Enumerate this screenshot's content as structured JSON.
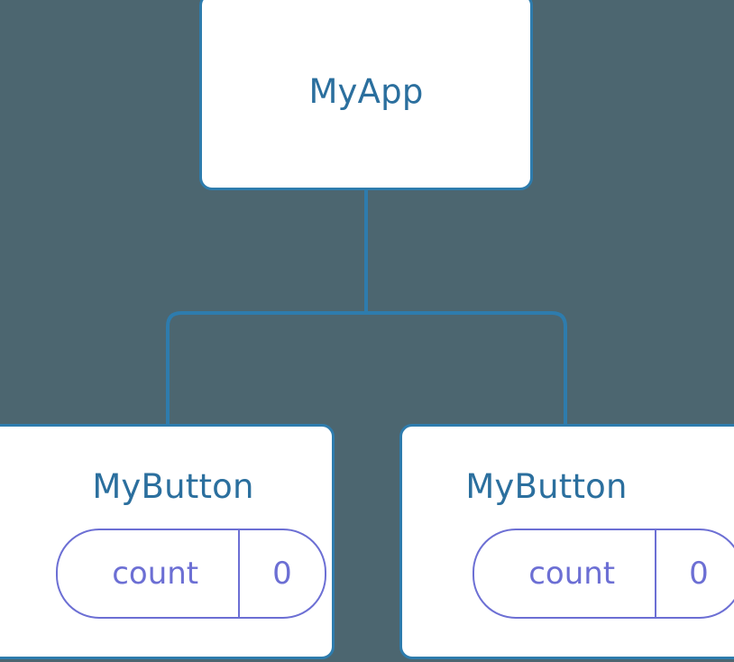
{
  "diagram": {
    "type": "component-tree",
    "background_color": "#4c6670",
    "edge_color": "#2e7cad",
    "node_border_color": "#2e7cad",
    "node_fill_color": "#ffffff",
    "node_title_color": "#2b6f9e",
    "state_pill_color": "#6c6fd4"
  },
  "root": {
    "title": "MyApp"
  },
  "children": [
    {
      "title": "MyButton",
      "state": {
        "key": "count",
        "value": "0"
      }
    },
    {
      "title": "MyButton",
      "state": {
        "key": "count",
        "value": "0"
      }
    }
  ]
}
